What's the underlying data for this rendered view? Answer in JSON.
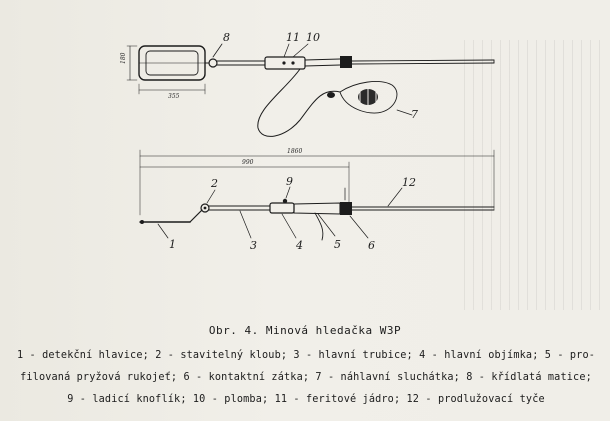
{
  "figure": {
    "caption": "Obr. 4. Minová hledačka W3P",
    "legend_lines": [
      "1 - detekční hlavice; 2 - stavitelný kloub; 3 - hlavní trubice; 4 - hlavní objímka; 5 - pro-",
      "filovaná pryžová rukojeť; 6 - kontaktní zátka; 7 - náhlavní sluchátka; 8 - křídlatá matice;",
      "9 - ladicí knoflík; 10 - plomba; 11 - feritové jádro; 12 - prodlužovací tyče"
    ],
    "top_view": {
      "dimensions": {
        "height": "180",
        "width": "355"
      },
      "labels": {
        "wing_nut": "8",
        "ferrite_core": "11",
        "seal": "10",
        "headphones": "7"
      }
    },
    "side_view": {
      "dimensions": {
        "total_length": "1860",
        "partial_length": "990"
      },
      "labels": {
        "detection_head": "1",
        "adjustable_joint": "2",
        "main_tube": "3",
        "main_collar": "4",
        "rubber_handle": "5",
        "contact_plug": "6",
        "tuning_knob": "9",
        "extension_rods": "12"
      }
    }
  }
}
